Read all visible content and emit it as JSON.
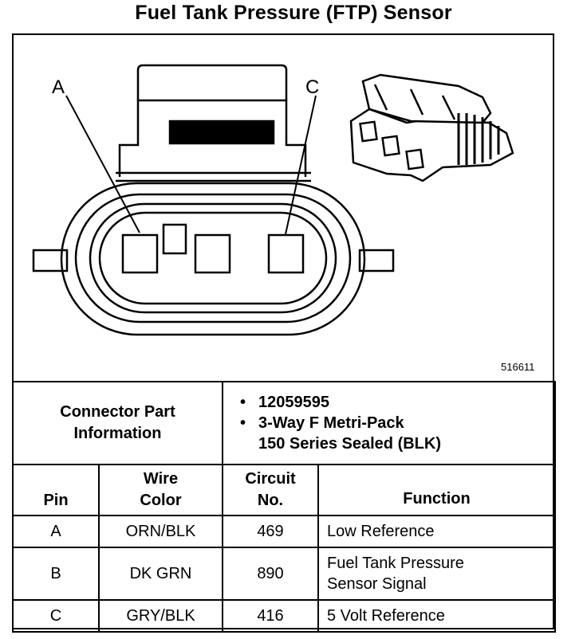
{
  "title": "Fuel Tank Pressure (FTP) Sensor",
  "diagram": {
    "label_a": "A",
    "label_c": "C",
    "part_number": "516611"
  },
  "connector_info": {
    "label_line1": "Connector Part",
    "label_line2": "Information",
    "bullet": "•",
    "item1": "12059595",
    "item2_line1": "3-Way F Metri-Pack",
    "item2_line2": "150 Series Sealed (BLK)"
  },
  "table": {
    "headers": {
      "pin": "Pin",
      "wire_line1": "Wire",
      "wire_line2": "Color",
      "circuit_line1": "Circuit",
      "circuit_line2": "No.",
      "function": "Function"
    },
    "rows": [
      {
        "pin": "A",
        "wire": "ORN/BLK",
        "circuit": "469",
        "function_line1": "Low Reference",
        "function_line2": ""
      },
      {
        "pin": "B",
        "wire": "DK GRN",
        "circuit": "890",
        "function_line1": "Fuel Tank Pressure",
        "function_line2": "Sensor Signal"
      },
      {
        "pin": "C",
        "wire": "GRY/BLK",
        "circuit": "416",
        "function_line1": "5 Volt Reference",
        "function_line2": ""
      }
    ]
  }
}
